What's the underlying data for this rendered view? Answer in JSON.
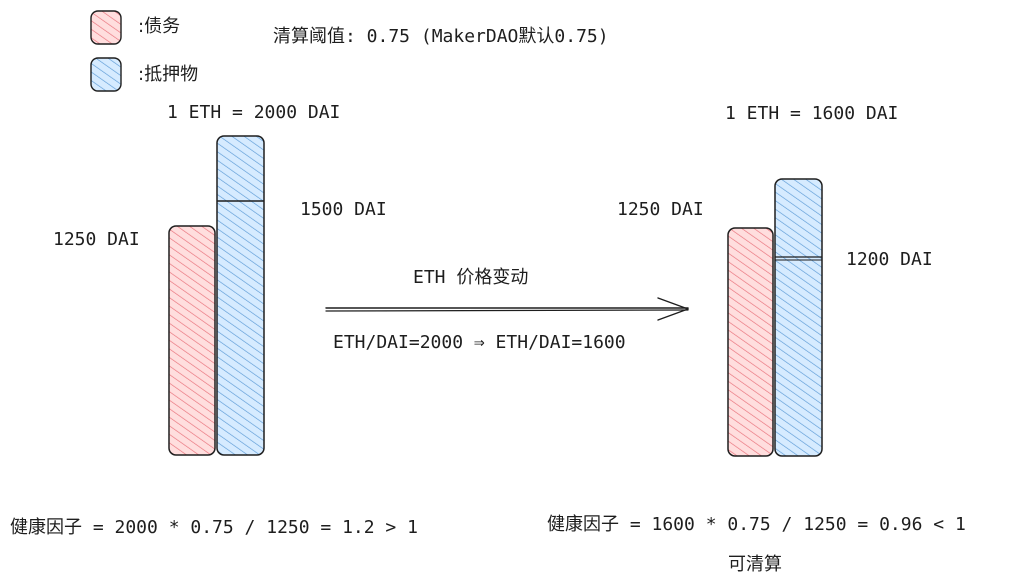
{
  "legend": {
    "debt_label": ":债务",
    "collateral_label": ":抵押物"
  },
  "header": {
    "threshold_text": "清算阈值: 0.75 (MakerDAO默认0.75)"
  },
  "before": {
    "price_label": "1 ETH = 2000 DAI",
    "debt_value_label": "1250 DAI",
    "collateral_value_label": "1500 DAI",
    "health_formula": "健康因子 = 2000 * 0.75 / 1250 = 1.2 > 1"
  },
  "transition": {
    "caption": "ETH 价格变动",
    "rate_change": "ETH/DAI=2000 ⇒ ETH/DAI=1600"
  },
  "after": {
    "price_label": "1 ETH = 1600 DAI",
    "debt_value_label": "1250 DAI",
    "collateral_value_label": "1200 DAI",
    "health_formula": "健康因子 = 1600 * 0.75 / 1250 = 0.96 < 1",
    "status": "可清算"
  },
  "colors": {
    "debt_fill": "#ffc9c9",
    "debt_hatch": "#e03131",
    "collateral_fill": "#a5d8ff",
    "collateral_hatch": "#1971c2",
    "stroke": "#1e1e1e"
  },
  "icons": {
    "debt_swatch": "red-hatched-swatch-icon",
    "collateral_swatch": "blue-hatched-swatch-icon",
    "arrow": "right-arrow-icon"
  }
}
